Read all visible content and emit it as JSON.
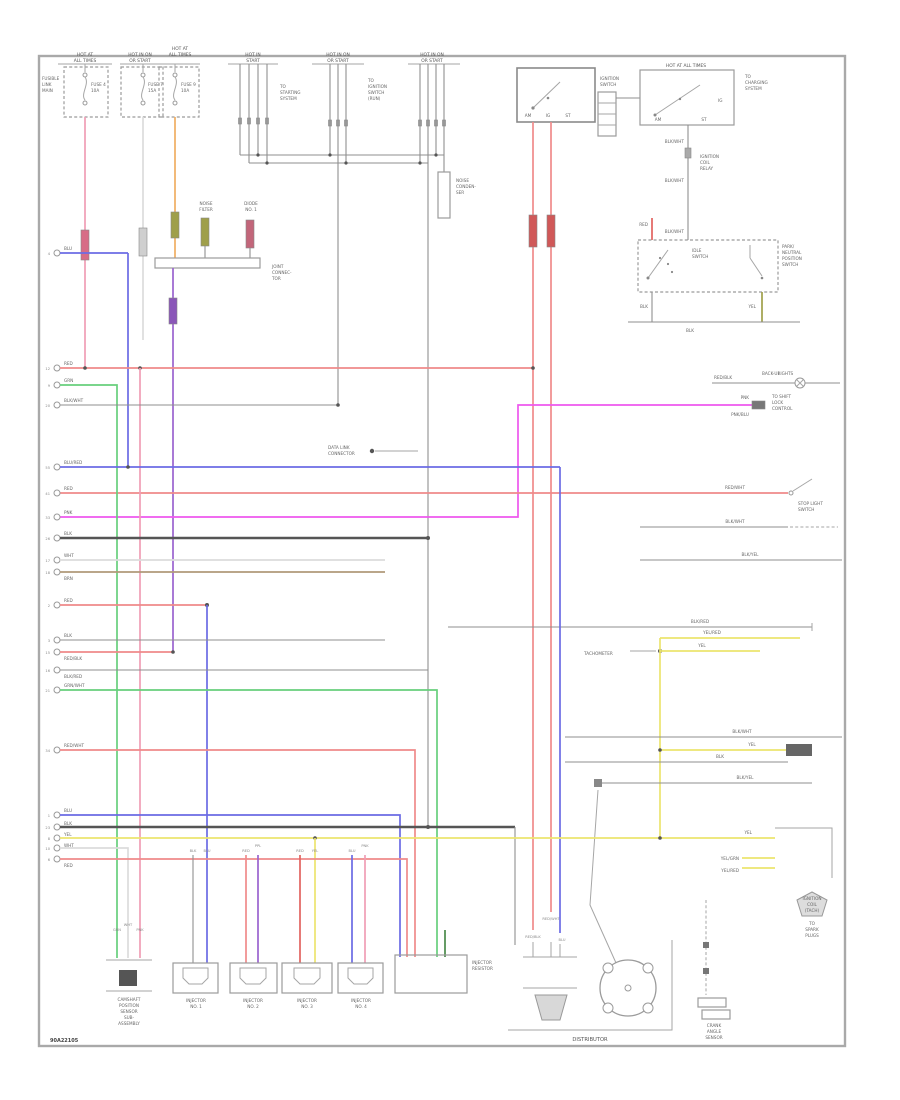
{
  "colors": {
    "pink": "#ef9db5",
    "red": "#e2635f",
    "soft_red": "#ef8a8a",
    "magenta": "#ee58ee",
    "blue": "#6b6be4",
    "green": "#67cf7c",
    "dark_green": "#4a8a4a",
    "yellow": "#ece46e",
    "orange": "#efae62",
    "purple": "#9a63cf",
    "olive": "#9f9f4a",
    "white_wire": "#dcdcdc",
    "brown": "#b09a7a",
    "scan_black": "#8f8f8f",
    "frame_gray": "#a9a9a9"
  },
  "page": {
    "code": "90A22105"
  },
  "fuses": {
    "f1": {
      "header1": "HOT AT",
      "header2": "ALL TIMES",
      "name": "FUSE 4",
      "amp": "10A",
      "side1": "FUSIBLE",
      "side2": "LINK",
      "side3": "MAIN"
    },
    "f2": {
      "header1": "HOT IN ON",
      "header2": "OR START",
      "name": "FUSE 7",
      "amp": "15A"
    },
    "f3": {
      "header1": "HOT AT",
      "header2": "ALL TIMES",
      "name": "FUSE 9",
      "amp": "10A"
    }
  },
  "buses": {
    "a": {
      "header1": "HOT IN",
      "header2": "START",
      "side1": "TO",
      "side2": "STARTING",
      "side3": "SYSTEM"
    },
    "b": {
      "header1": "HOT IN ON",
      "header2": "OR START",
      "side1": "TO",
      "side2": "IGNITION",
      "side3": "SWITCH",
      "side4": "(RUN)"
    },
    "c": {
      "header1": "HOT IN ON",
      "header2": "OR START",
      "comp1": "NOISE",
      "comp2": "CONDEN-",
      "comp3": "SER"
    }
  },
  "joint": {
    "comp1a": "NOISE",
    "comp1b": "FILTER",
    "comp2a": "DIODE",
    "comp2b": "NO. 1",
    "label1": "JOINT",
    "label2": "CONNEC-",
    "label3": "TOR"
  },
  "ignition": {
    "label1": "IGNITION",
    "label2": "SWITCH",
    "t1": "AM",
    "t2": "IG",
    "t3": "ST"
  },
  "fusible": {
    "header": "HOT AT ALL TIMES",
    "t1": "AM",
    "t2": "ST",
    "mid": "IG",
    "side1": "TO",
    "side2": "CHARGING",
    "side3": "SYSTEM",
    "drop1": "BLK/WHT",
    "drop2": "BLK/WHT",
    "sideb1": "IGNITION",
    "sideb2": "COIL",
    "sideb3": "RELAY"
  },
  "cluster": {
    "in": "RED",
    "in2": "BLK/WHT",
    "left1": "IDLE",
    "left2": "SWITCH",
    "right1": "PARK/",
    "right2": "NEUTRAL",
    "right3": "POSITION",
    "right4": "SWITCH",
    "gnd": "BLK",
    "yel": "YEL",
    "bottom": "BLK"
  },
  "backup": {
    "wire": "RED/BLK",
    "l1": "BACK-UP",
    "l2": "LIGHTS"
  },
  "shift": {
    "top": "PNK",
    "bot": "PNK/BLU",
    "l1": "TO SHIFT",
    "l2": "LOCK",
    "l3": "CONTROL"
  },
  "brake": {
    "wire": "RED/WHT",
    "l1": "STOP LIGHT",
    "l2": "SWITCH"
  },
  "rightwires": {
    "w527": "BLK/WHT",
    "w560": "BLK/YEL",
    "w627": "BLK/RED",
    "tach": "TACHOMETER",
    "y638": "YEL/RED",
    "y650": "YEL",
    "y750": "YEL",
    "w737": "BLK/WHT",
    "w762": "BLK",
    "w783": "BLK/YEL"
  },
  "splice": {
    "l1": "DATA LINK",
    "l2": "CONNECTOR"
  },
  "coil": {
    "y1": "YEL",
    "y2": "YEL/GRN",
    "y3": "YEL/RED",
    "b1": "IGNITION",
    "b2": "COIL",
    "b3": "(TACH)",
    "spark1": "TO",
    "spark2": "SPARK",
    "spark3": "PLUGS"
  },
  "dist": {
    "label": "DISTRIBUTOR",
    "w1": "RED/BLK",
    "w2": "RED/WHT",
    "w3": "BLU",
    "pick1": "CRANK",
    "pick2": "ANGLE",
    "pick3": "SENSOR"
  },
  "cam": {
    "w1": "GRN",
    "w2": "WHT",
    "w3": "PNK",
    "l1": "CAMSHAFT",
    "l2": "POSITION",
    "l3": "SENSOR",
    "l4": "SUB-",
    "l5": "ASSEMBLY"
  },
  "resistor": {
    "l1": "INJECTOR",
    "l2": "RESISTOR"
  },
  "injectors": [
    {
      "label": "INJECTOR",
      "no": "NO. 1",
      "w1": "BLK",
      "w2": "BLU"
    },
    {
      "label": "INJECTOR",
      "no": "NO. 2",
      "w1": "RED",
      "w2": "PPL"
    },
    {
      "label": "INJECTOR",
      "no": "NO. 3",
      "w1": "RED",
      "w2": "YEL"
    },
    {
      "label": "INJECTOR",
      "no": "NO. 4",
      "w1": "BLU",
      "w2": "PNK"
    }
  ],
  "terminals": [
    {
      "num": "4",
      "label": "BLU"
    },
    {
      "num": "12",
      "label": "RED"
    },
    {
      "num": "9",
      "label": "GRN"
    },
    {
      "num": "20",
      "label": "BLK/WHT"
    },
    {
      "num": "55",
      "label": "BLU/RED"
    },
    {
      "num": "41",
      "label": "RED"
    },
    {
      "num": "33",
      "label": "PNK"
    },
    {
      "num": "26",
      "label": "BLK"
    },
    {
      "num": "17",
      "label": "WHT"
    },
    {
      "num": "18",
      "label": "BRN"
    },
    {
      "num": "2",
      "label": "RED"
    },
    {
      "num": "3",
      "label": "BLK"
    },
    {
      "num": "15",
      "label": "RED/BLK"
    },
    {
      "num": "16",
      "label": "BLK/RED"
    },
    {
      "num": "21",
      "label": "GRN/WHT"
    },
    {
      "num": "34",
      "label": "RED/WHT"
    },
    {
      "num": "1",
      "label": "BLU"
    },
    {
      "num": "23",
      "label": "BLK"
    },
    {
      "num": "8",
      "label": "YEL"
    },
    {
      "num": "10",
      "label": "WHT"
    },
    {
      "num": "6",
      "label": "RED"
    }
  ]
}
